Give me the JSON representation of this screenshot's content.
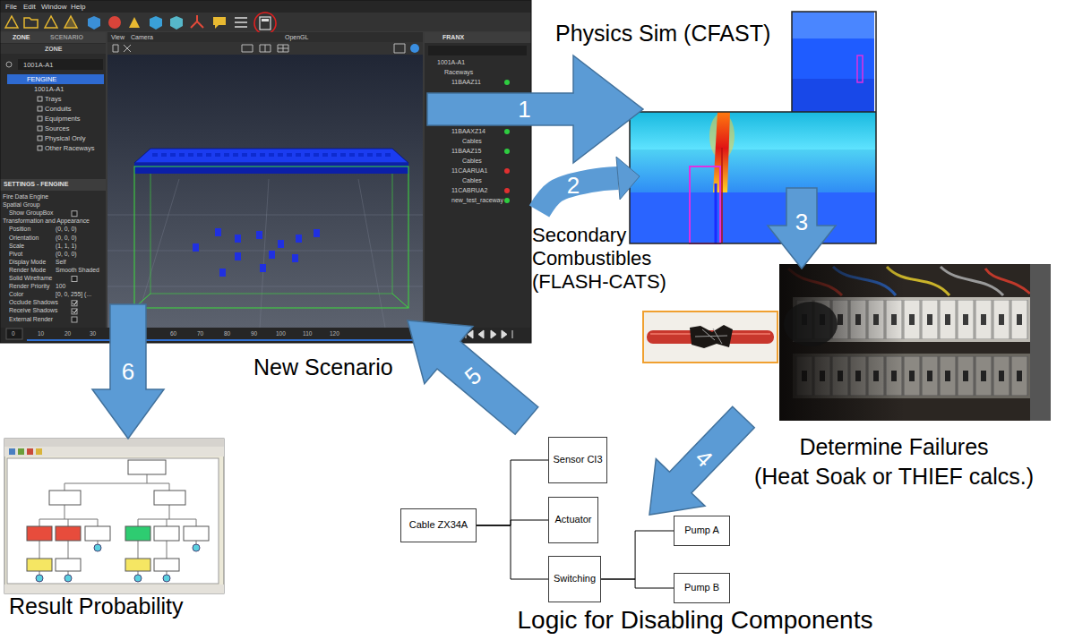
{
  "diagram": {
    "nodes": [
      {
        "text": [
          "File",
          "Edit",
          "Window",
          "Help",
          "ZONE",
          "SCENARIO",
          "ZONE",
          "1001A-A1",
          "FENGINE",
          "1001A-A1",
          "Trays",
          "Conduits",
          "Equipments",
          "Sources",
          "Physical Only",
          "Other Raceways",
          "SETTINGS - FENGINE",
          "Fire Data Engine",
          "Spatial Group",
          "Show GroupBox",
          "Transformation and Appearance",
          "Position",
          "(0, 0, 0)",
          "Orientation",
          "(0, 0, 0)",
          "Scale",
          "(1, 1, 1)",
          "Pivot",
          "(0, 0, 0)",
          "Display Mode",
          "Self",
          "Render Mode",
          "Smooth Shaded",
          "Solid Wireframe",
          "Render Priority",
          "100",
          "Color",
          "[0, 0, 255] (...",
          "Occlude Shadows",
          "Receive Shadows",
          "External Render",
          "View",
          "Camera",
          "OpenGL",
          "FRANX",
          "1001A-A1",
          "Raceways",
          "11BAAZ11",
          "11BAAXZ14",
          "Cables",
          "11BAAZ15",
          "Cables",
          "11CAARUA1",
          "Cables",
          "11CABRUA2",
          "new_test_raceway",
          "0",
          "10",
          "20",
          "30",
          "60",
          "70",
          "80",
          "90",
          "100",
          "110",
          "120"
        ]
      },
      {
        "text": [
          "Physics Sim (CFAST)"
        ]
      },
      {
        "text": [
          "Determine Failures",
          "(Heat Soak or THIEF calcs.)"
        ]
      },
      {
        "text": [
          "Logic for Disabling Components"
        ]
      },
      {
        "text": [
          "Cable ZX34A"
        ],
        "in": 3
      },
      {
        "text": [
          "Sensor CI3"
        ],
        "in": 3
      },
      {
        "text": [
          "Actuator"
        ],
        "in": 3
      },
      {
        "text": [
          "Switching"
        ],
        "in": 3
      },
      {
        "text": [
          "Pump A"
        ],
        "in": 3
      },
      {
        "text": [
          "Pump B"
        ],
        "in": 3
      },
      {
        "text": [
          "Result Probability"
        ]
      }
    ],
    "edges": [
      {
        "from": 0,
        "to": 1,
        "label": "1",
        "arrow": "to"
      },
      {
        "from": 1,
        "to": 1,
        "label": "2",
        "arrow": "to"
      },
      {
        "from": 1,
        "to": 2,
        "label": "3",
        "arrow": "to"
      },
      {
        "from": 2,
        "to": 3,
        "label": "4",
        "arrow": "to"
      },
      {
        "from": 3,
        "to": 0,
        "label": "5",
        "arrow": "to"
      },
      {
        "from": 0,
        "to": 10,
        "label": "6",
        "arrow": "to"
      },
      {
        "from": 4,
        "to": 5,
        "arrow": "none"
      },
      {
        "from": 4,
        "to": 6,
        "arrow": "none"
      },
      {
        "from": 4,
        "to": 7,
        "arrow": "none"
      },
      {
        "from": 7,
        "to": 8,
        "arrow": "none"
      },
      {
        "from": 7,
        "to": 9,
        "arrow": "none"
      }
    ],
    "labels": [
      "Secondary Combustibles (FLASH-CATS)",
      "New Scenario"
    ]
  }
}
